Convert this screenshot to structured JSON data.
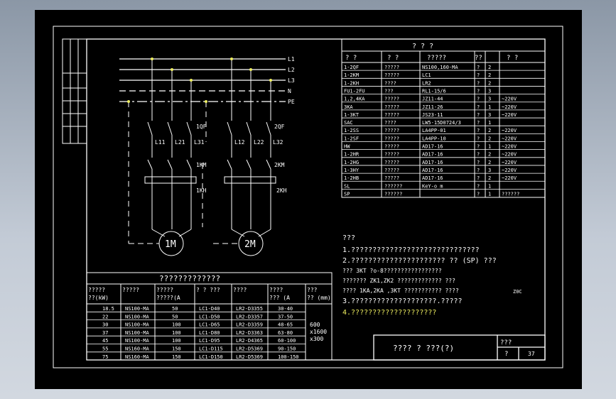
{
  "drawing": {
    "buses": [
      "L1",
      "L2",
      "L3",
      "N",
      "PE"
    ],
    "motor1": {
      "breaker": "1QF",
      "phases": [
        "L11",
        "L21",
        "L31"
      ],
      "contactor": "1KM",
      "relay": "1KH",
      "motor": "1M"
    },
    "motor2": {
      "breaker": "2QF",
      "phases": [
        "L12",
        "L22",
        "L32"
      ],
      "contactor": "2KM",
      "relay": "2KH",
      "motor": "2M"
    }
  },
  "parts_table": {
    "title": "?          ?          ?",
    "header": [
      "?     ?",
      "?   ?",
      "?????",
      "??",
      "?     ?"
    ],
    "rows": [
      [
        "1-2QF",
        "?????",
        "NS100,160-MA",
        "?",
        "2",
        ""
      ],
      [
        "1-2KM",
        "?????",
        "LC1",
        "?",
        "2",
        ""
      ],
      [
        "1-2KH",
        "????",
        "LR2",
        "?",
        "2",
        ""
      ],
      [
        "FU1-2FU",
        "???",
        "RL1-15/6",
        "?",
        "3",
        ""
      ],
      [
        "1,2,4KA",
        "?????",
        "JZ11-44",
        "?",
        "3",
        "~220V"
      ],
      [
        "3KA",
        "?????",
        "JZ11-26",
        "?",
        "1",
        "~220V"
      ],
      [
        "1-3KT",
        "?????",
        "JS23-11",
        "?",
        "3",
        "~220V"
      ],
      [
        "SAC",
        "????",
        "LW5-15D0724/3",
        "?",
        "1",
        ""
      ],
      [
        "1-2SS",
        "?????",
        "LA4PP-01",
        "?",
        "2",
        "~220V"
      ],
      [
        "1-2SF",
        "?????",
        "LA4PP-10",
        "?",
        "2",
        "~220V"
      ],
      [
        "HW",
        "?????",
        "AD17-16",
        "?",
        "1",
        "~220V"
      ],
      [
        "1-2HR",
        "?????",
        "AD17-16",
        "?",
        "2",
        "~220V"
      ],
      [
        "1-2HG",
        "?????",
        "AD17-16",
        "?",
        "2",
        "~220V"
      ],
      [
        "1-3HY",
        "?????",
        "AD17-16",
        "?",
        "3",
        "~220V"
      ],
      [
        "1-2HB",
        "?????",
        "AD17-16",
        "?",
        "2",
        "~220V"
      ],
      [
        "SL",
        "??????",
        "KeY-o   m",
        "?",
        "1",
        ""
      ],
      [
        "SP",
        "??????",
        "",
        "?",
        "1",
        "??????"
      ]
    ]
  },
  "notes": {
    "heading": "???",
    "lines": [
      "1.??????????????????????????????",
      "2.??????????????????????      ?? (SP)   ???",
      "  ???  3KT     ?o-8?????????????????",
      "  ???????   ZK1,ZK2     ?????????????   ???",
      "  ???? 1KA,2KA ,3KT                ???????????        ????",
      "3.????????????????????.?????",
      "4.????????????????????"
    ],
    "overlap": "Z0C"
  },
  "motor_table": {
    "title": "?????????????",
    "header": [
      "?????\n??(kW)",
      "?????",
      "?????\n?????(A",
      "? ? ???",
      "????",
      "????\n??? (A",
      "???\n?? (mm)"
    ],
    "rows": [
      [
        "18.5",
        "NS100-MA",
        "50",
        "LC1-D40",
        "LR2-D3355",
        "30-40"
      ],
      [
        "22",
        "NS100-MA",
        "50",
        "LC1-D50",
        "LR2-D3357",
        "37-50"
      ],
      [
        "30",
        "NS100-MA",
        "100",
        "LC1-D65",
        "LR2-D3359",
        "48-65"
      ],
      [
        "37",
        "NS100-MA",
        "100",
        "LC1-D80",
        "LR2-D3363",
        "63-80"
      ],
      [
        "45",
        "NS100-MA",
        "100",
        "LC1-D95",
        "LR2-D4365",
        "60-100"
      ],
      [
        "55",
        "NS160-MA",
        "150",
        "LC1-D115",
        "LR2-D5369",
        "90-150"
      ],
      [
        "75",
        "NS160-MA",
        "150",
        "LC1-D150",
        "LR2-D5369",
        "100-150"
      ]
    ],
    "size": [
      "600",
      "x1600",
      "x300"
    ]
  },
  "title_block": {
    "name": "????  ?  ???(?)",
    "cell1": "???",
    "cell2": "?",
    "sheet": "37"
  }
}
